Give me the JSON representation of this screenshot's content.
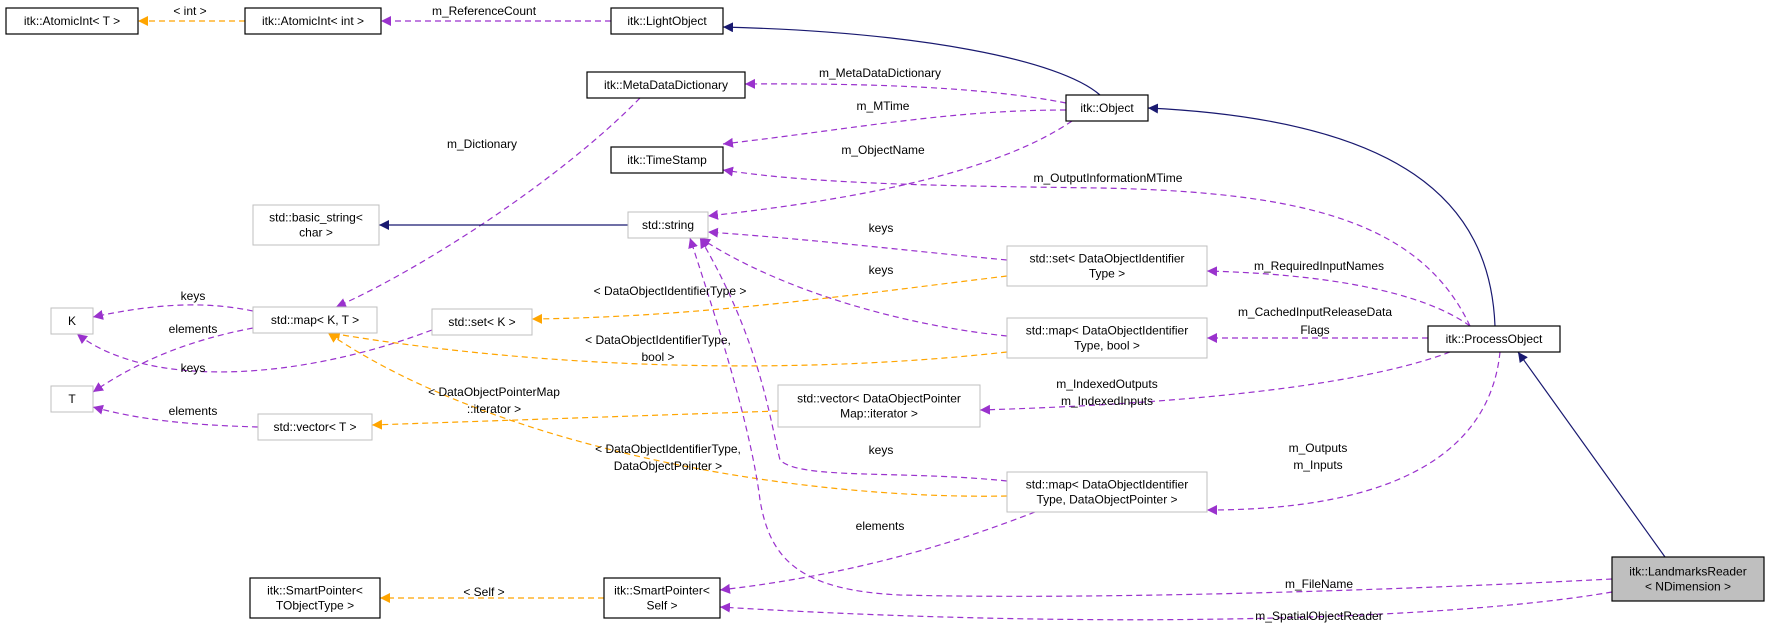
{
  "colors": {
    "inherit": "#191970",
    "usage": "#9a32cd",
    "template": "#ffa500",
    "focus_fill": "#bfbfbf",
    "strong_border": "#000000",
    "light_border": "#bfbfbf"
  },
  "nodes": [
    {
      "id": "atomicint_t",
      "lines": [
        "itk::AtomicInt< T >"
      ],
      "style": "strong"
    },
    {
      "id": "atomicint_int",
      "lines": [
        "itk::AtomicInt< int >"
      ],
      "style": "strong"
    },
    {
      "id": "lightobject",
      "lines": [
        "itk::LightObject"
      ],
      "style": "strong"
    },
    {
      "id": "metadatadictionary",
      "lines": [
        "itk::MetaDataDictionary"
      ],
      "style": "strong"
    },
    {
      "id": "object",
      "lines": [
        "itk::Object"
      ],
      "style": "strong"
    },
    {
      "id": "timestamp",
      "lines": [
        "itk::TimeStamp"
      ],
      "style": "strong"
    },
    {
      "id": "basic_string",
      "lines": [
        "std::basic_string<",
        "char >"
      ],
      "style": "light"
    },
    {
      "id": "string",
      "lines": [
        "std::string"
      ],
      "style": "light"
    },
    {
      "id": "set_doid",
      "lines": [
        "std::set< DataObjectIdentifier",
        "Type >"
      ],
      "style": "light"
    },
    {
      "id": "k",
      "lines": [
        "K"
      ],
      "style": "light"
    },
    {
      "id": "map_kt",
      "lines": [
        "std::map< K, T >"
      ],
      "style": "light"
    },
    {
      "id": "set_k",
      "lines": [
        "std::set< K >"
      ],
      "style": "light"
    },
    {
      "id": "map_doid_bool",
      "lines": [
        "std::map< DataObjectIdentifier",
        "Type, bool >"
      ],
      "style": "light"
    },
    {
      "id": "processobject",
      "lines": [
        "itk::ProcessObject"
      ],
      "style": "strong"
    },
    {
      "id": "t",
      "lines": [
        "T"
      ],
      "style": "light"
    },
    {
      "id": "vector_t",
      "lines": [
        "std::vector< T >"
      ],
      "style": "light"
    },
    {
      "id": "vector_dop",
      "lines": [
        "std::vector< DataObjectPointer",
        "Map::iterator >"
      ],
      "style": "light"
    },
    {
      "id": "map_doid_dop",
      "lines": [
        "std::map< DataObjectIdentifier",
        "Type, DataObjectPointer >"
      ],
      "style": "light"
    },
    {
      "id": "smartpointer_t",
      "lines": [
        "itk::SmartPointer<",
        "TObjectType >"
      ],
      "style": "strong"
    },
    {
      "id": "smartpointer_self",
      "lines": [
        "itk::SmartPointer<",
        "Self >"
      ],
      "style": "strong"
    },
    {
      "id": "landmarksreader",
      "lines": [
        "itk::LandmarksReader",
        "< NDimension >"
      ],
      "style": "focus"
    }
  ],
  "edges": [
    {
      "id": "e-atomic-template",
      "kind": "template",
      "label": [
        "< int >"
      ]
    },
    {
      "id": "e-refcount",
      "kind": "usage",
      "label": [
        "m_ReferenceCount"
      ]
    },
    {
      "id": "e-object-lightobject",
      "kind": "inherit",
      "label": []
    },
    {
      "id": "e-metadatadictionary",
      "kind": "usage",
      "label": [
        "m_MetaDataDictionary"
      ]
    },
    {
      "id": "e-mtime",
      "kind": "usage",
      "label": [
        "m_MTime"
      ]
    },
    {
      "id": "e-objectname",
      "kind": "usage",
      "label": [
        "m_ObjectName"
      ]
    },
    {
      "id": "e-outputinfomtime",
      "kind": "usage",
      "label": [
        "m_OutputInformationMTime"
      ]
    },
    {
      "id": "e-dictionary",
      "kind": "usage",
      "label": [
        "m_Dictionary"
      ]
    },
    {
      "id": "e-string-basicstring",
      "kind": "inherit",
      "label": []
    },
    {
      "id": "e-set-keys",
      "kind": "usage",
      "label": [
        "keys"
      ]
    },
    {
      "id": "e-mapbool-keys",
      "kind": "usage",
      "label": [
        "keys"
      ]
    },
    {
      "id": "e-set-template",
      "kind": "template",
      "label": [
        "< DataObjectIdentifierType >"
      ]
    },
    {
      "id": "e-requiredinputnames",
      "kind": "usage",
      "label": [
        "m_RequiredInputNames"
      ]
    },
    {
      "id": "e-cachedinput",
      "kind": "usage",
      "label": [
        "m_CachedInputReleaseData",
        "Flags"
      ]
    },
    {
      "id": "e-processobject-object",
      "kind": "inherit",
      "label": []
    },
    {
      "id": "e-map-keys-k",
      "kind": "usage",
      "label": [
        "keys"
      ]
    },
    {
      "id": "e-map-elements-t",
      "kind": "usage",
      "label": [
        "elements"
      ]
    },
    {
      "id": "e-setk-keys-k",
      "kind": "usage",
      "label": [
        "keys"
      ]
    },
    {
      "id": "e-mapbool-template",
      "kind": "template",
      "label": [
        "< DataObjectIdentifierType,",
        "bool >"
      ]
    },
    {
      "id": "e-indexed",
      "kind": "usage",
      "label": [
        "m_IndexedOutputs",
        "m_IndexedInputs"
      ]
    },
    {
      "id": "e-vector-elements-t",
      "kind": "usage",
      "label": [
        "elements"
      ]
    },
    {
      "id": "e-vector-template",
      "kind": "template",
      "label": [
        "< DataObjectPointerMap",
        "::iterator >"
      ]
    },
    {
      "id": "e-mapdop-template",
      "kind": "template",
      "label": [
        "< DataObjectIdentifierType,",
        "DataObjectPointer >"
      ]
    },
    {
      "id": "e-mapdop-keys",
      "kind": "usage",
      "label": [
        "keys"
      ]
    },
    {
      "id": "e-outputs-inputs",
      "kind": "usage",
      "label": [
        "m_Outputs",
        "m_Inputs"
      ]
    },
    {
      "id": "e-mapdop-elements",
      "kind": "usage",
      "label": [
        "elements"
      ]
    },
    {
      "id": "e-smartpointer-template",
      "kind": "template",
      "label": [
        "< Self >"
      ]
    },
    {
      "id": "e-filename",
      "kind": "usage",
      "label": [
        "m_FileName"
      ]
    },
    {
      "id": "e-spatialobjectreader",
      "kind": "usage",
      "label": [
        "m_SpatialObjectReader"
      ]
    },
    {
      "id": "e-landmarks-processobject",
      "kind": "inherit",
      "label": []
    }
  ]
}
